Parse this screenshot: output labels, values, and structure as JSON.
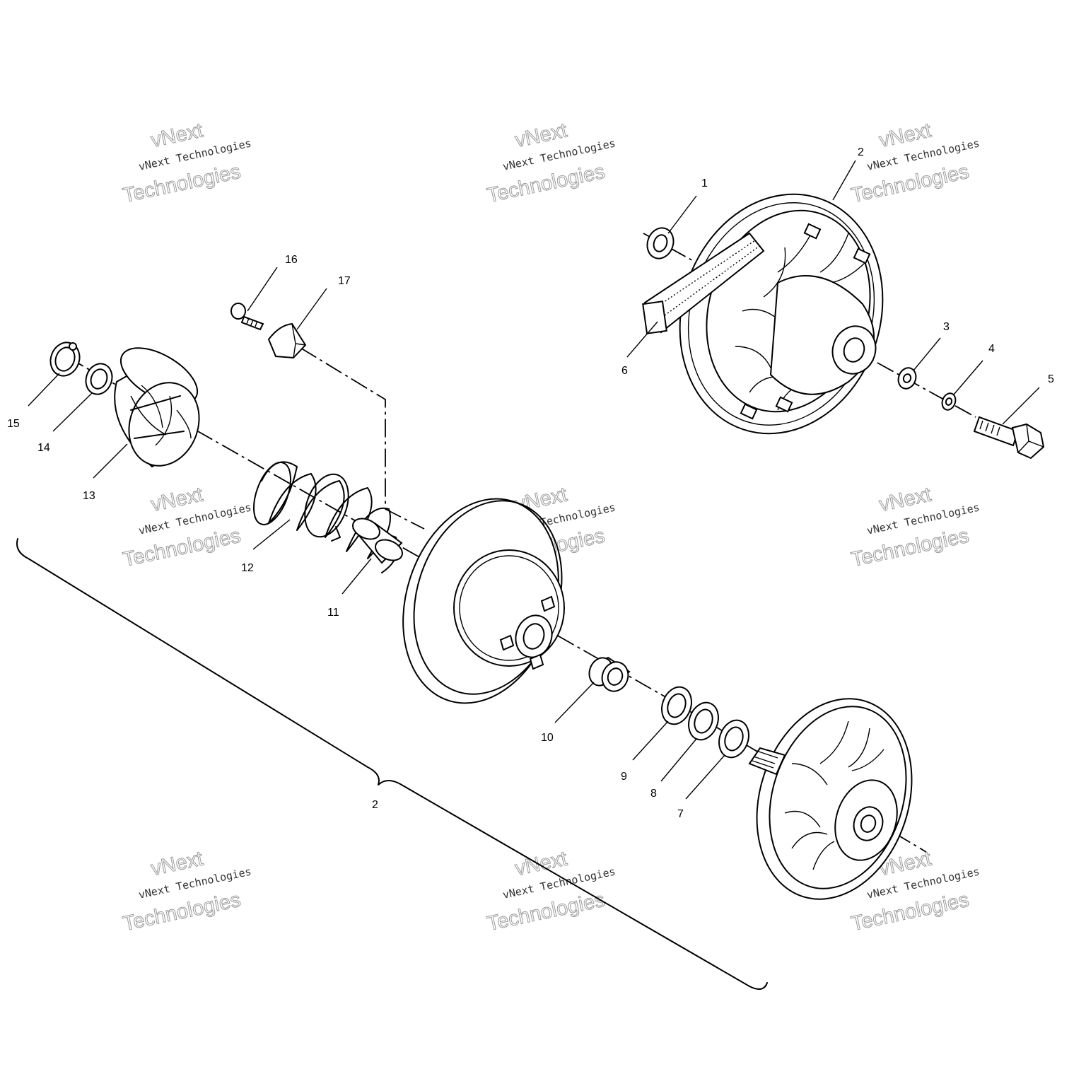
{
  "callouts": {
    "c1": "1",
    "c2": "2",
    "c3": "3",
    "c4": "4",
    "c5": "5",
    "c6": "6",
    "c7": "7",
    "c8": "8",
    "c9": "9",
    "c10": "10",
    "c11": "11",
    "c12": "12",
    "c13": "13",
    "c14": "14",
    "c15": "15",
    "c16": "16",
    "c17": "17",
    "bracket": "2"
  },
  "watermark": {
    "line_top": "vNext",
    "line_small": "vNext Technologies",
    "line_big": "Technologies"
  }
}
